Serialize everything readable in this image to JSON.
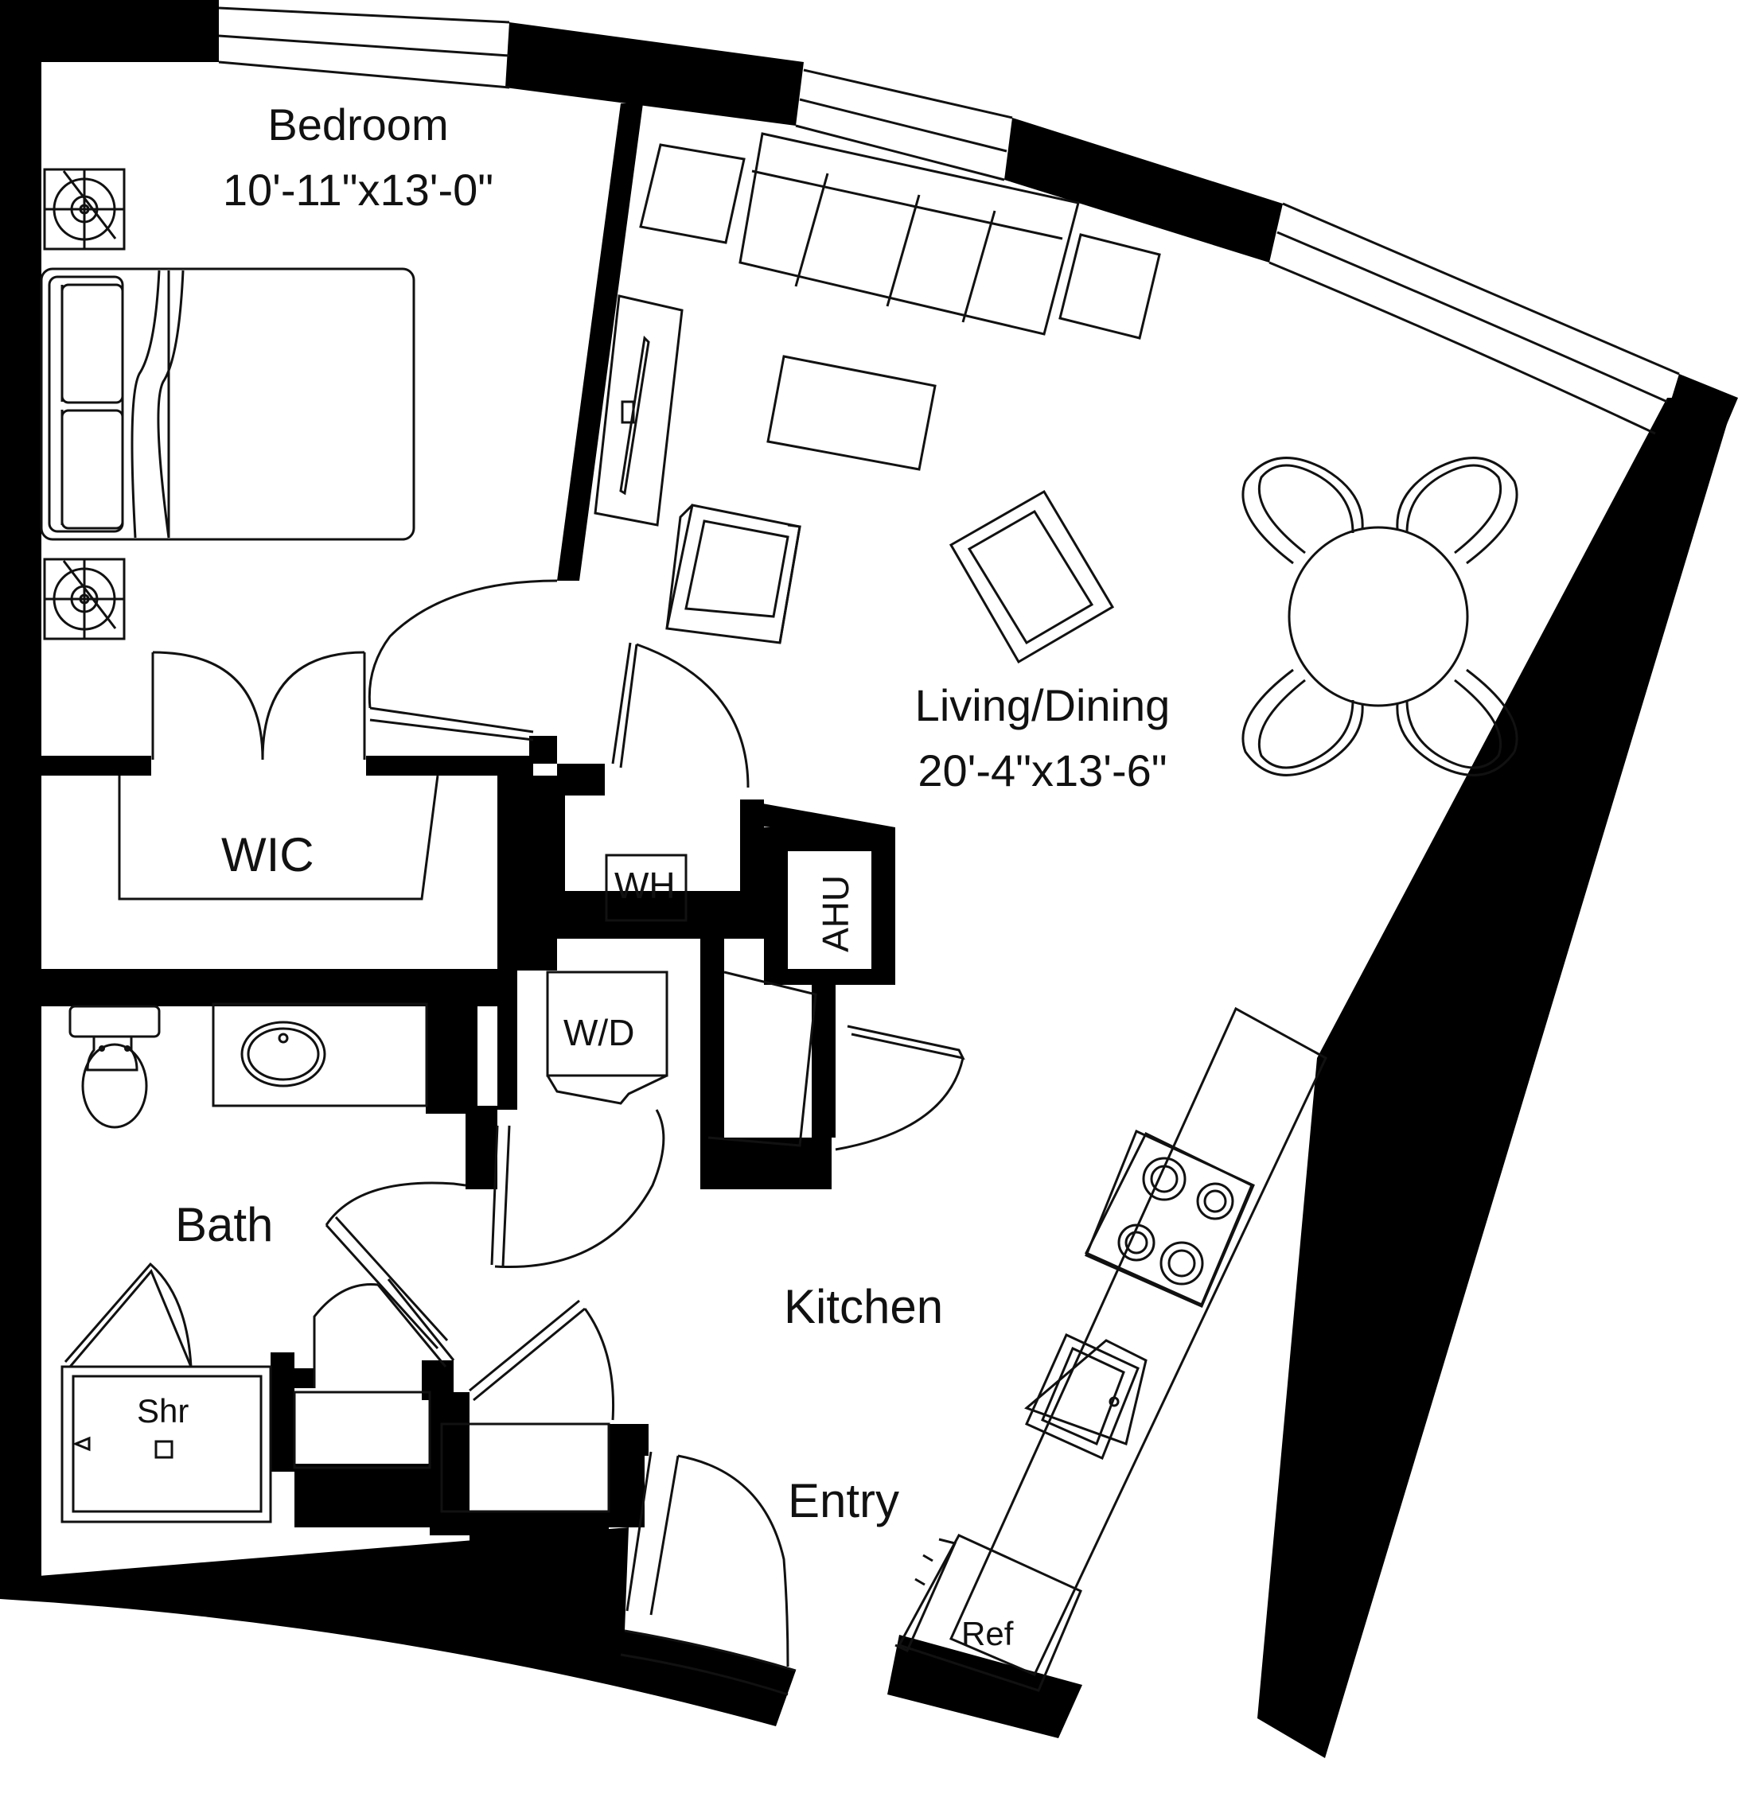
{
  "rooms": {
    "bedroom": {
      "name": "Bedroom",
      "dims": "10'-11\"x13'-0\""
    },
    "living": {
      "name": "Living/Dining",
      "dims": "20'-4\"x13'-6\""
    },
    "wic": {
      "name": "WIC"
    },
    "wh": {
      "name": "WH"
    },
    "ahu": {
      "name": "AHU"
    },
    "wd": {
      "name": "W/D"
    },
    "bath": {
      "name": "Bath"
    },
    "kitchen": {
      "name": "Kitchen"
    },
    "shower": {
      "name": "Shr"
    },
    "entry": {
      "name": "Entry"
    },
    "fridge": {
      "name": "Ref"
    }
  },
  "colors": {
    "wall": "#000000",
    "line": "#111111",
    "background": "#ffffff"
  }
}
